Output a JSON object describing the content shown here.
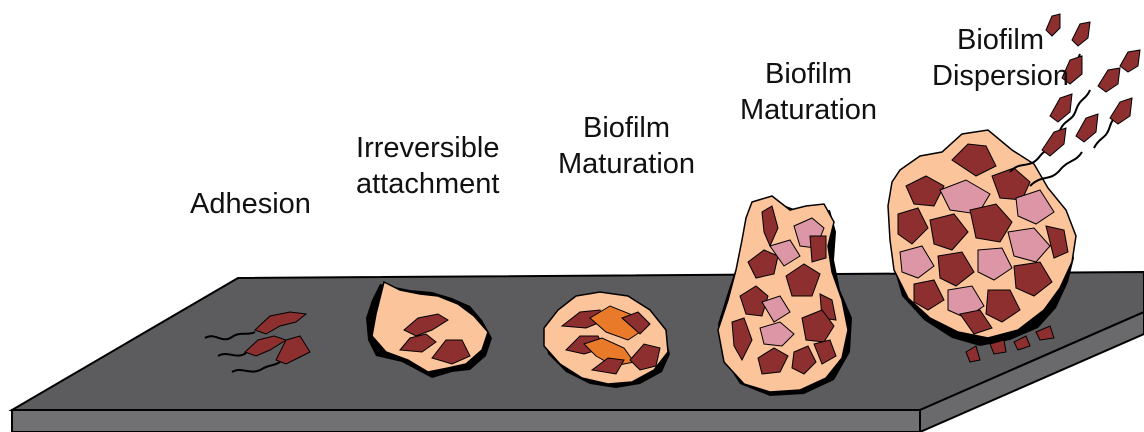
{
  "colors": {
    "surface_top": "#5c5c5e",
    "surface_front": "#717173",
    "matrix": "#fbc49b",
    "cell": "#8e2f2f",
    "cell_light": "#dc96a6",
    "cell_orange": "#e87a2a",
    "outline": "#000000"
  },
  "stages": [
    {
      "lines": [
        "Adhesion"
      ]
    },
    {
      "lines": [
        "Irreversible",
        "attachment"
      ]
    },
    {
      "lines": [
        "Biofilm",
        "Maturation"
      ]
    },
    {
      "lines": [
        "Biofilm",
        "Maturation"
      ]
    },
    {
      "lines": [
        "Biofilm",
        "Dispersion"
      ]
    }
  ]
}
